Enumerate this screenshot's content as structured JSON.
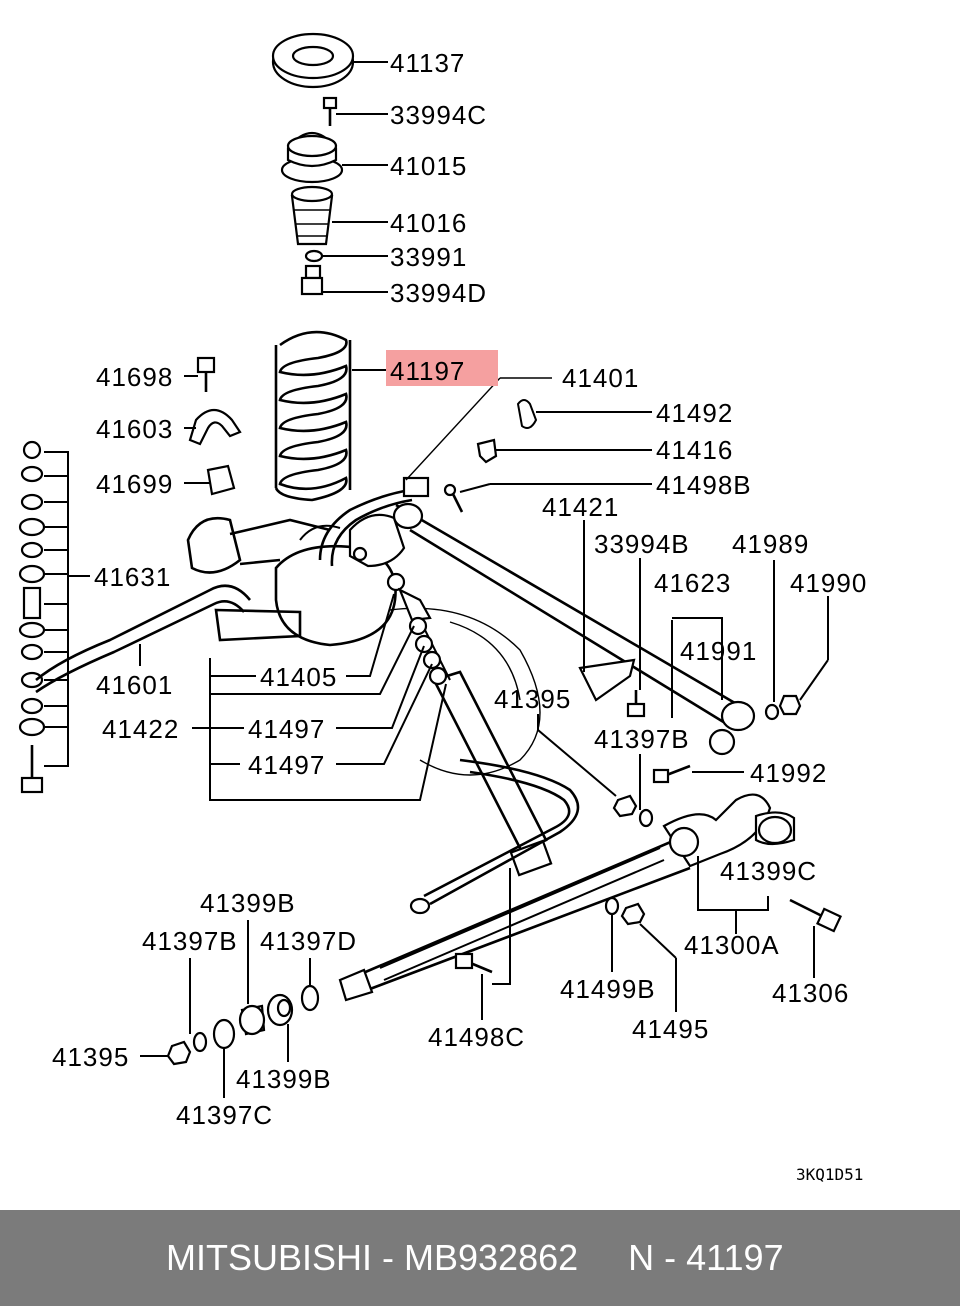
{
  "highlight_color": "#f5a0a0",
  "footer_bg": "#7b7b7b",
  "diagram_code": "3KQ1D51",
  "footer": {
    "brand": "MITSUBISHI",
    "sep1": " - ",
    "part_number": "MB932862",
    "gap": "     ",
    "ref": "N - 41197"
  },
  "part_labels": [
    "41137",
    "33994C",
    "41015",
    "41016",
    "33991",
    "33994D",
    "41197",
    "41401",
    "41698",
    "41603",
    "41699",
    "41492",
    "41416",
    "41498B",
    "41421",
    "33994B",
    "41989",
    "41623",
    "41990",
    "41631",
    "41991",
    "41601",
    "41405",
    "41395",
    "41422",
    "41497",
    "41497",
    "41397B",
    "41992",
    "41399C",
    "41399B",
    "41397B",
    "41397D",
    "41300A",
    "41306",
    "41499B",
    "41495",
    "41498C",
    "41395",
    "41399B",
    "41397C"
  ]
}
